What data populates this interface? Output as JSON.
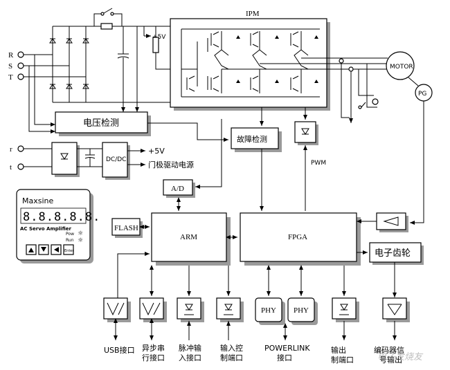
{
  "inputs": {
    "r": "R",
    "s": "S",
    "t": "T",
    "ctrl_r": "r",
    "ctrl_t": "t"
  },
  "blocks": {
    "ipm": "IPM",
    "motor": "MOTOR",
    "pg": "PG",
    "voltage_detect": "电压检测",
    "fault_detect": "故障检测",
    "dcdc": "DC/DC",
    "plus5v": "+5V",
    "gate_drive": "门极驱动电源",
    "pwm": "PWM",
    "ad": "A/D",
    "flash": "FLASH",
    "arm": "ARM",
    "fpga": "FPGA",
    "gear": "电子齿轮",
    "phy1": "PHY",
    "phy2": "PHY"
  },
  "panel": {
    "brand": "Maxsine",
    "display": "8.8.8.8.8.",
    "subtitle": "AC Servo Amplifier",
    "pow": "Pow",
    "run": "Run",
    "enter": "Enter"
  },
  "ports": {
    "usb": "USB接口",
    "serial_1": "异步串",
    "serial_2": "行接口",
    "pulse_1": "脉冲输",
    "pulse_2": "入接口",
    "input_1": "输入控",
    "input_2": "制端口",
    "powerlink_1": "POWERLINK",
    "powerlink_2": "接口",
    "output_1": "输出",
    "output_2": "制端口",
    "encoder_1": "编码器信",
    "encoder_2": "号输出"
  },
  "watermark": "电子发烧友"
}
